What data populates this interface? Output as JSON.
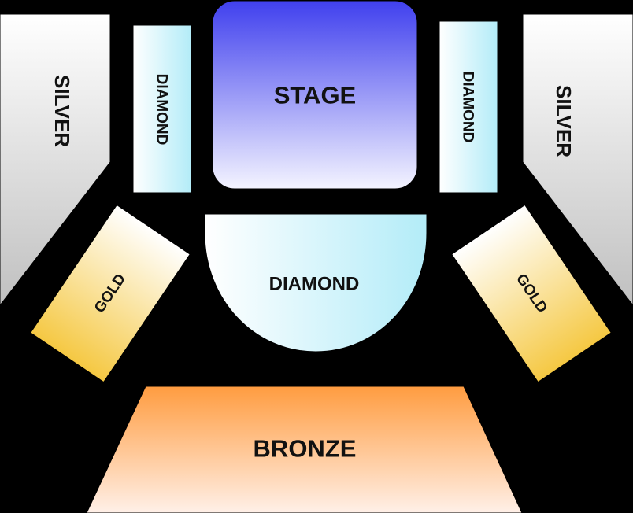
{
  "stage": {
    "label": "STAGE"
  },
  "sections": {
    "silver_left": {
      "label": "SILVER"
    },
    "silver_right": {
      "label": "SILVER"
    },
    "diamond_left": {
      "label": "DIAMOND"
    },
    "diamond_right": {
      "label": "DIAMOND"
    },
    "diamond_center": {
      "label": "DIAMOND"
    },
    "gold_left": {
      "label": "GOLD"
    },
    "gold_right": {
      "label": "GOLD"
    },
    "bronze": {
      "label": "BRONZE"
    }
  },
  "colors": {
    "background": "#000000",
    "stage_top": "#4040ee",
    "stage_bottom": "#f4f4ff",
    "silver_top": "#ffffff",
    "silver_bottom": "#c0c0c0",
    "diamond_light": "#ffffff",
    "diamond_dark": "#b3ecf8",
    "gold_dark": "#f5c842",
    "gold_light": "#ffffff",
    "bronze_top": "#ff9c40",
    "bronze_bottom": "#fff0e8"
  }
}
